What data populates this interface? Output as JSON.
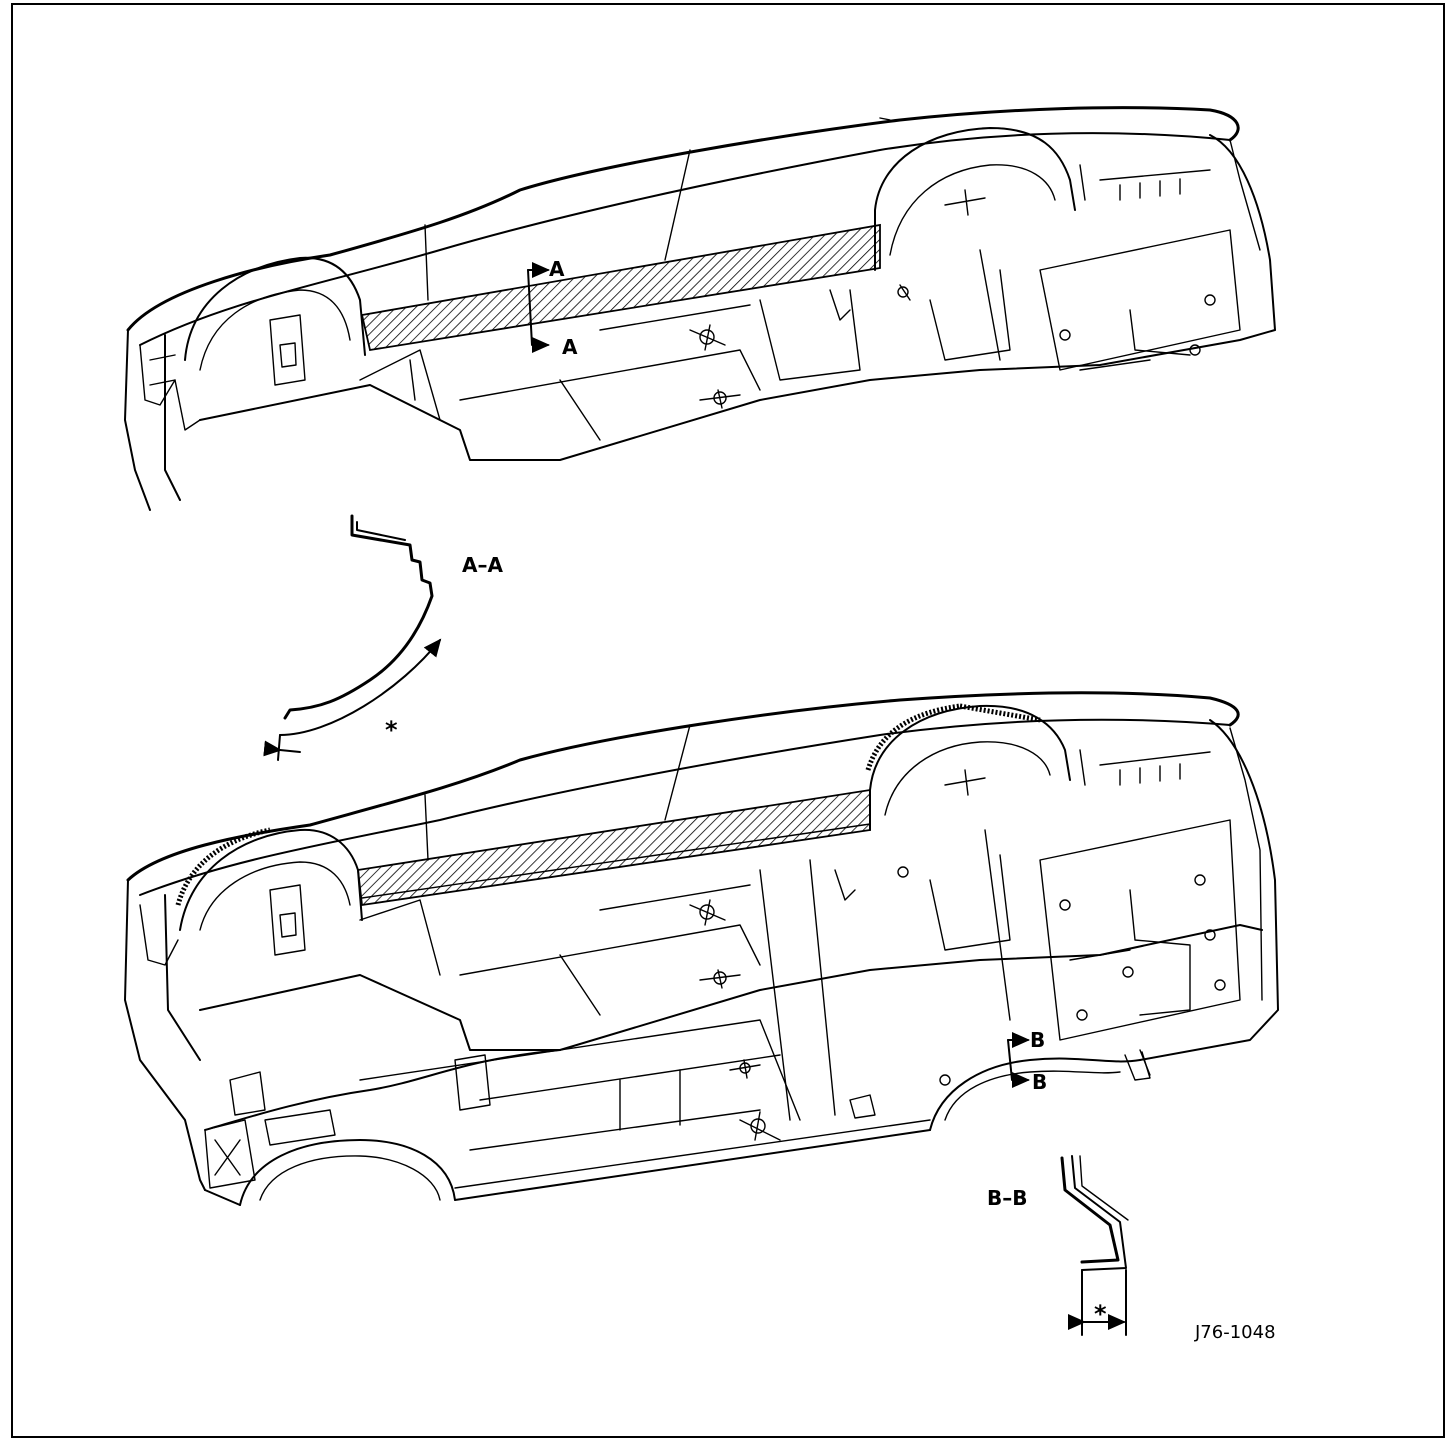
{
  "labels": {
    "section_a_top": "A",
    "section_a_bottom": "A",
    "section_a_title": "A–A",
    "section_b_top": "B",
    "section_b_bottom": "B",
    "section_b_title": "B–B",
    "asterisk_a": "*",
    "asterisk_b": "*",
    "figure_code": "J76-1048"
  },
  "colors": {
    "ink": "#000000",
    "paper": "#ffffff"
  }
}
